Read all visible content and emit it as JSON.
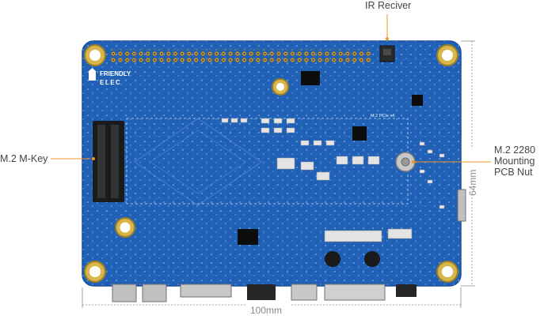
{
  "diagram": {
    "brand_logo": {
      "line1": "FRIENDLY",
      "line2": "ELEC"
    },
    "silkscreen": {
      "m2_slot": "M.2 PCIe x4"
    },
    "callouts": {
      "ir_receiver": "IR Reciver",
      "m2_key": "M.2 M-Key",
      "pcb_nut_line1": "M.2 2280",
      "pcb_nut_line2": "Mounting",
      "pcb_nut_line3": "PCB Nut"
    },
    "dimensions": {
      "width": "100mm",
      "height": "64mm"
    },
    "colors": {
      "pcb": "#1f5fb4",
      "pcb_dark": "#164c96",
      "accent_orange": "#f39325",
      "text_gray": "#444444",
      "dim_gray": "#8a8a8a"
    }
  }
}
